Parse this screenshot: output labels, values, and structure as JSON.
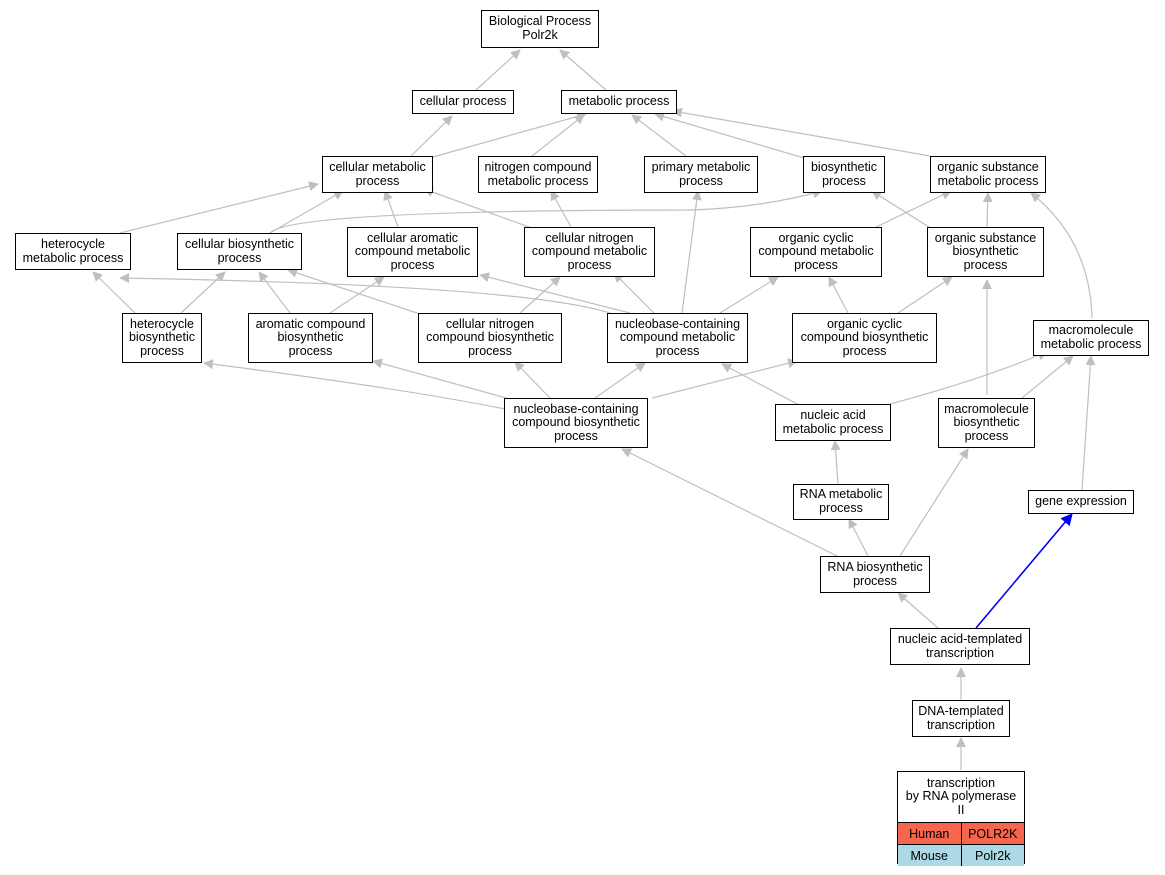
{
  "colors": {
    "edge": "#bfbfbf",
    "highlight_edge": "#0000ff",
    "human": "#f6654c",
    "mouse": "#add8e6"
  },
  "nodes": {
    "root": "Biological Process\nPolr2k",
    "cellular_process": "cellular process",
    "metabolic_process": "metabolic process",
    "cellular_metabolic": "cellular metabolic\nprocess",
    "nitrogen_compound_metabolic": "nitrogen compound\nmetabolic process",
    "primary_metabolic": "primary metabolic\nprocess",
    "biosynthetic": "biosynthetic\nprocess",
    "organic_substance_metabolic": "organic substance\nmetabolic process",
    "heterocycle_metabolic": "heterocycle\nmetabolic process",
    "cellular_biosynthetic": "cellular biosynthetic\nprocess",
    "cellular_aromatic": "cellular aromatic\ncompound metabolic\nprocess",
    "cellular_nitrogen_metabolic": "cellular nitrogen\ncompound metabolic\nprocess",
    "organic_cyclic_metabolic": "organic cyclic\ncompound metabolic\nprocess",
    "organic_substance_biosynthetic": "organic substance\nbiosynthetic\nprocess",
    "heterocycle_biosynthetic": "heterocycle\nbiosynthetic\nprocess",
    "aromatic_biosynthetic": "aromatic compound\nbiosynthetic\nprocess",
    "cellular_nitrogen_biosynthetic": "cellular nitrogen\ncompound biosynthetic\nprocess",
    "nucleobase_metabolic": "nucleobase-containing\ncompound metabolic\nprocess",
    "organic_cyclic_biosynthetic": "organic cyclic\ncompound biosynthetic\nprocess",
    "macromolecule_metabolic": "macromolecule\nmetabolic process",
    "nucleobase_biosynthetic": "nucleobase-containing\ncompound biosynthetic\nprocess",
    "nucleic_acid_metabolic": "nucleic acid\nmetabolic process",
    "macromolecule_biosynthetic": "macromolecule\nbiosynthetic\nprocess",
    "gene_expression": "gene expression",
    "rna_metabolic": "RNA metabolic\nprocess",
    "rna_biosynthetic": "RNA biosynthetic\nprocess",
    "nucleic_acid_templated": "nucleic acid-templated\ntranscription",
    "dna_templated": "DNA-templated\ntranscription"
  },
  "leaf": {
    "title": "transcription\nby RNA polymerase\nII",
    "rows": [
      {
        "species": "Human",
        "gene": "POLR2K"
      },
      {
        "species": "Mouse",
        "gene": "Polr2k"
      }
    ]
  }
}
